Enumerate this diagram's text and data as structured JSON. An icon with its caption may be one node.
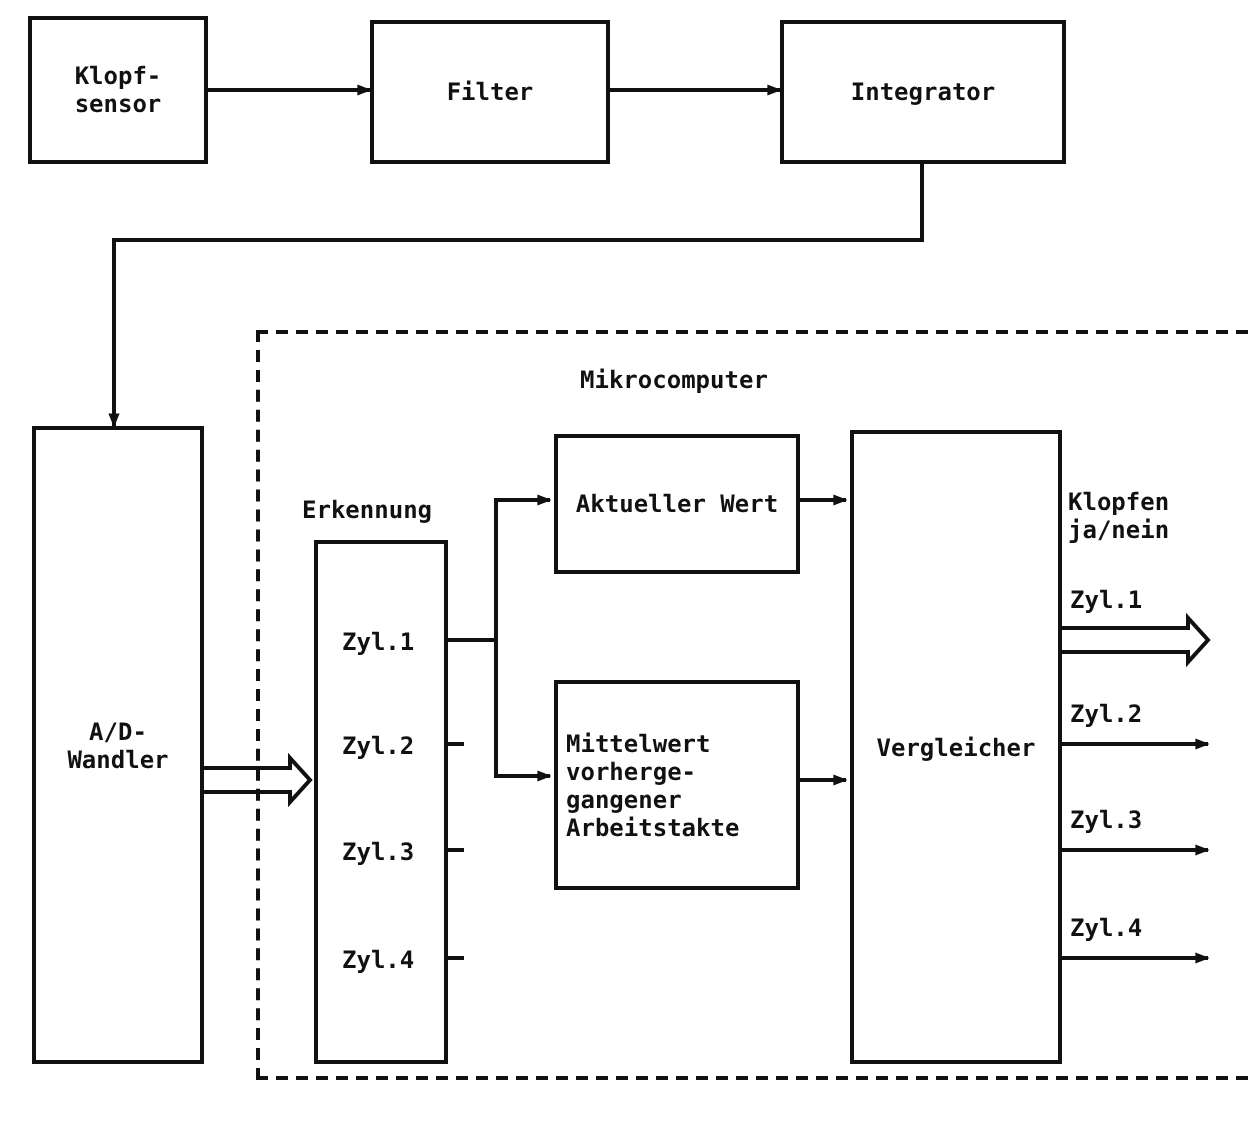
{
  "diagram": {
    "nodes": [
      {
        "text": [
          "Klopf- sensor"
        ]
      },
      {
        "text": [
          "Filter"
        ]
      },
      {
        "text": [
          "Integrator"
        ]
      },
      {
        "text": [
          "Mikrocomputer"
        ]
      },
      {
        "text": [
          "A/D- Wandler"
        ]
      },
      {
        "text": [
          "Erkennung",
          "Zyl.1",
          "Zyl.2",
          "Zyl.3",
          "Zyl.4"
        ],
        "in": 3
      },
      {
        "text": [
          "Aktueller Wert"
        ],
        "in": 3
      },
      {
        "text": [
          "Mittelwert vorherge- gangener Arbeitstakte"
        ],
        "in": 3
      },
      {
        "text": [
          "Vergleicher"
        ],
        "in": 3
      }
    ],
    "edges": [
      {
        "from": 0,
        "to": 1,
        "arrow": "to"
      },
      {
        "from": 1,
        "to": 2,
        "arrow": "to"
      },
      {
        "from": 2,
        "to": 4,
        "arrow": "to"
      },
      {
        "from": 4,
        "to": 5,
        "arrow": "to",
        "style": "thick"
      },
      {
        "from": 5,
        "to": 6,
        "arrow": "to"
      },
      {
        "from": 5,
        "to": 7,
        "arrow": "to"
      },
      {
        "from": 6,
        "to": 8,
        "arrow": "to"
      },
      {
        "from": 7,
        "to": 8,
        "arrow": "to"
      },
      {
        "from": 5,
        "to": null,
        "arrow": "none"
      },
      {
        "from": 5,
        "to": null,
        "arrow": "none"
      },
      {
        "from": 5,
        "to": null,
        "arrow": "none"
      },
      {
        "from": 8,
        "to": null,
        "arrow": "to",
        "label": "Zyl.1",
        "style": "thick"
      },
      {
        "from": 8,
        "to": null,
        "arrow": "to",
        "label": "Zyl.2"
      },
      {
        "from": 8,
        "to": null,
        "arrow": "to",
        "label": "Zyl.3"
      },
      {
        "from": 8,
        "to": null,
        "arrow": "to",
        "label": "Zyl.4"
      }
    ],
    "labels": [
      "Klopfen ja/nein"
    ]
  }
}
